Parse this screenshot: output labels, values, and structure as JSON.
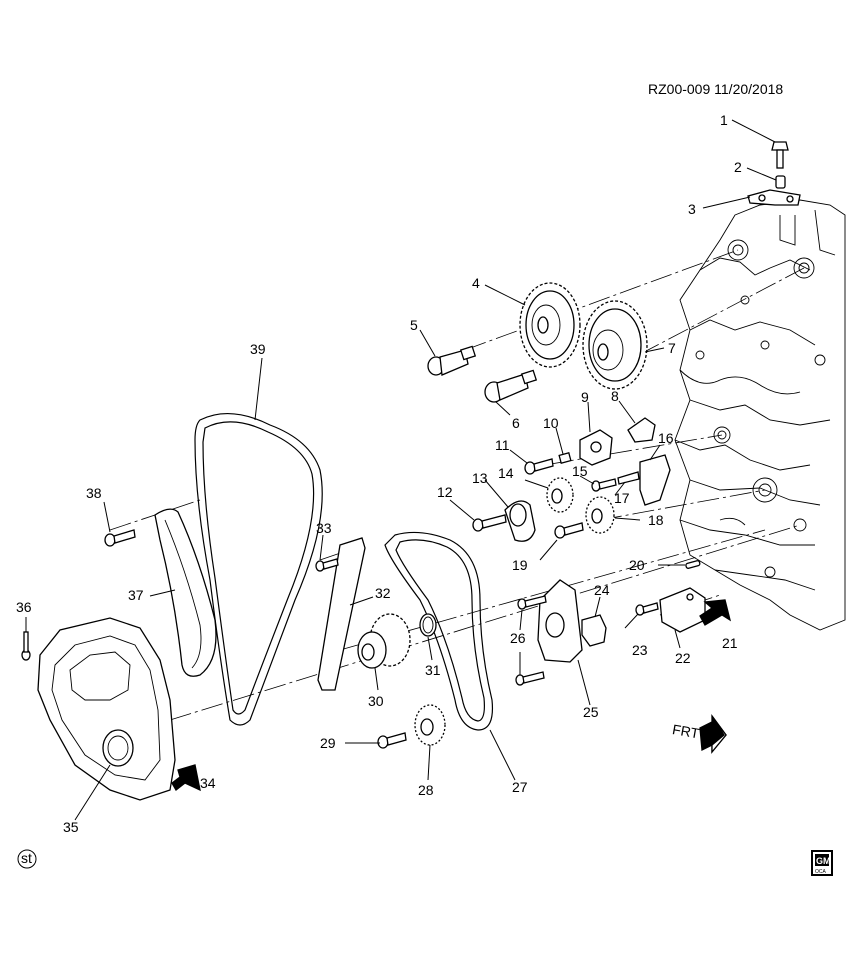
{
  "header": {
    "reference": "RZ00-009  11/20/2018"
  },
  "callouts": [
    {
      "id": "callout-1",
      "label": "1"
    },
    {
      "id": "callout-2",
      "label": "2"
    },
    {
      "id": "callout-3",
      "label": "3"
    },
    {
      "id": "callout-4",
      "label": "4"
    },
    {
      "id": "callout-5",
      "label": "5"
    },
    {
      "id": "callout-6",
      "label": "6"
    },
    {
      "id": "callout-7",
      "label": "7"
    },
    {
      "id": "callout-8",
      "label": "8"
    },
    {
      "id": "callout-9",
      "label": "9"
    },
    {
      "id": "callout-10",
      "label": "10"
    },
    {
      "id": "callout-11",
      "label": "11"
    },
    {
      "id": "callout-12",
      "label": "12"
    },
    {
      "id": "callout-13",
      "label": "13"
    },
    {
      "id": "callout-14",
      "label": "14"
    },
    {
      "id": "callout-15",
      "label": "15"
    },
    {
      "id": "callout-16",
      "label": "16"
    },
    {
      "id": "callout-17",
      "label": "17"
    },
    {
      "id": "callout-18",
      "label": "18"
    },
    {
      "id": "callout-19",
      "label": "19"
    },
    {
      "id": "callout-20",
      "label": "20"
    },
    {
      "id": "callout-21",
      "label": "21"
    },
    {
      "id": "callout-22",
      "label": "22"
    },
    {
      "id": "callout-23",
      "label": "23"
    },
    {
      "id": "callout-24",
      "label": "24"
    },
    {
      "id": "callout-25",
      "label": "25"
    },
    {
      "id": "callout-26",
      "label": "26"
    },
    {
      "id": "callout-27",
      "label": "27"
    },
    {
      "id": "callout-28",
      "label": "28"
    },
    {
      "id": "callout-29",
      "label": "29"
    },
    {
      "id": "callout-30",
      "label": "30"
    },
    {
      "id": "callout-31",
      "label": "31"
    },
    {
      "id": "callout-32",
      "label": "32"
    },
    {
      "id": "callout-33",
      "label": "33"
    },
    {
      "id": "callout-34",
      "label": "34"
    },
    {
      "id": "callout-35",
      "label": "35"
    },
    {
      "id": "callout-36",
      "label": "36"
    },
    {
      "id": "callout-37",
      "label": "37"
    },
    {
      "id": "callout-38",
      "label": "38"
    },
    {
      "id": "callout-39",
      "label": "39"
    }
  ],
  "direction_marker": {
    "label": "FRT"
  },
  "footer": {
    "badge_left": "st",
    "logo_text": "GM",
    "logo_subtext": "OCA"
  }
}
